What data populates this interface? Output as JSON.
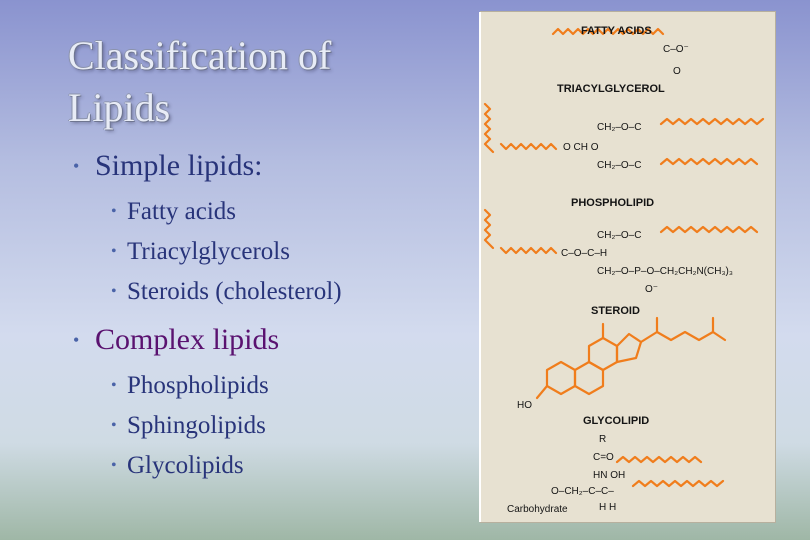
{
  "slide": {
    "title": "Classification of Lipids",
    "simple": {
      "label": "Simple lipids:",
      "items": [
        "Fatty acids",
        "Triacylglycerols",
        "Steroids (cholesterol)"
      ]
    },
    "complex": {
      "label": "Complex lipids",
      "items": [
        "Phospholipids",
        "Sphingolipids",
        "Glycolipids"
      ]
    }
  },
  "figure": {
    "labels": {
      "fatty_acids": "FATTY ACIDS",
      "triacylglycerol": "TRIACYLGLYCEROL",
      "phospholipid": "PHOSPHOLIPID",
      "steroid": "STEROID",
      "glycolipid": "GLYCOLIPID"
    },
    "chem_text": {
      "fa_carboxylate": "C–O⁻",
      "fa_carbonyl_o": "O",
      "tag_row1": "CH₂–O–C",
      "tag_row2": "O  CH   O",
      "tag_row3": "CH₂–O–C",
      "pl_row1": "CH₂–O–C",
      "pl_row2": "C–O–C–H",
      "pl_row3": "CH₂–O–P–O–CH₂CH₂N(CH₃)₃",
      "pl_o_minus": "O⁻",
      "steroid_ho": "HO",
      "gl_r": "R",
      "gl_amide": "C=O",
      "gl_hn_oh": "HN  OH",
      "gl_backbone": "O–CH₂–C–C–",
      "gl_h_h": "H    H",
      "gl_carbohydrate": "Carbohydrate"
    },
    "colors": {
      "hydrocarbon_chain": "#f07d1c",
      "panel_bg": "#e7e1d1",
      "text": "#141414"
    }
  }
}
